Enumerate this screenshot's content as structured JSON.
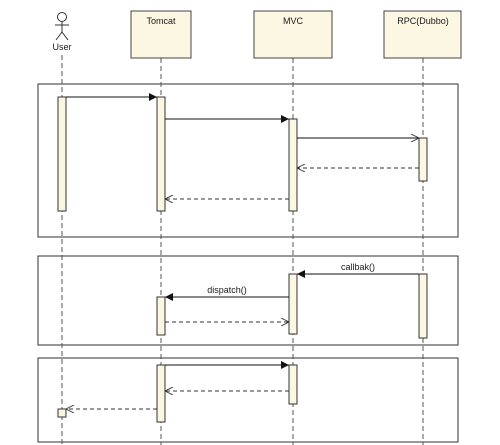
{
  "participants": [
    {
      "id": "user",
      "label": "User",
      "kind": "actor"
    },
    {
      "id": "tomcat",
      "label": "Tomcat",
      "kind": "object"
    },
    {
      "id": "mvc",
      "label": "MVC",
      "kind": "object"
    },
    {
      "id": "rpc",
      "label": "RPC(Dubbo)",
      "kind": "object"
    }
  ],
  "messages": [
    {
      "from": "user",
      "to": "tomcat",
      "kind": "sync",
      "label": ""
    },
    {
      "from": "tomcat",
      "to": "mvc",
      "kind": "sync",
      "label": ""
    },
    {
      "from": "mvc",
      "to": "rpc",
      "kind": "async",
      "label": ""
    },
    {
      "from": "rpc",
      "to": "mvc",
      "kind": "return",
      "label": ""
    },
    {
      "from": "mvc",
      "to": "tomcat",
      "kind": "return",
      "label": ""
    },
    {
      "from": "rpc",
      "to": "mvc",
      "kind": "sync",
      "label": "callbak()"
    },
    {
      "from": "mvc",
      "to": "tomcat",
      "kind": "sync",
      "label": "dispatch()"
    },
    {
      "from": "tomcat",
      "to": "mvc",
      "kind": "return",
      "label": ""
    },
    {
      "from": "tomcat",
      "to": "mvc",
      "kind": "sync",
      "label": ""
    },
    {
      "from": "mvc",
      "to": "tomcat",
      "kind": "return",
      "label": ""
    },
    {
      "from": "tomcat",
      "to": "user",
      "kind": "return",
      "label": ""
    }
  ],
  "colors": {
    "box_fill": "#fbf7e3",
    "line": "#333333",
    "background": "#ffffff"
  }
}
